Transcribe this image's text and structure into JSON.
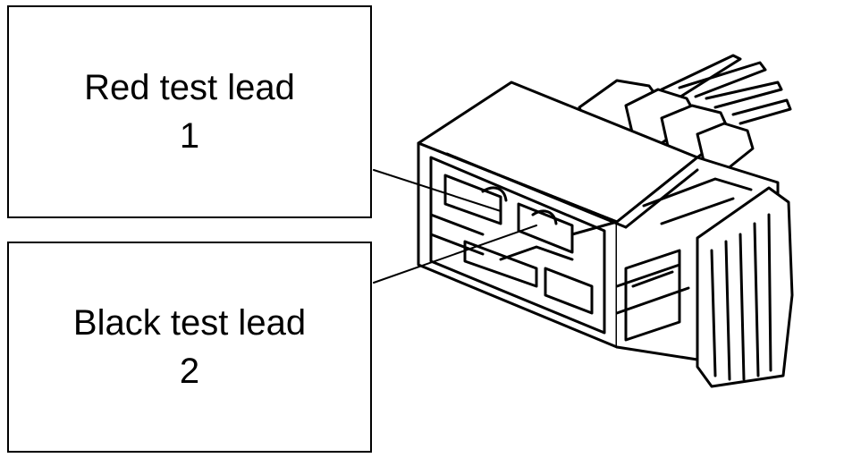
{
  "callouts": {
    "red": {
      "label": "Red test lead",
      "number": "1"
    },
    "black": {
      "label": "Black test lead",
      "number": "2"
    }
  },
  "illustration": {
    "subject": "connector-icon"
  },
  "colors": {
    "ink": "#000000",
    "paper": "#ffffff"
  }
}
